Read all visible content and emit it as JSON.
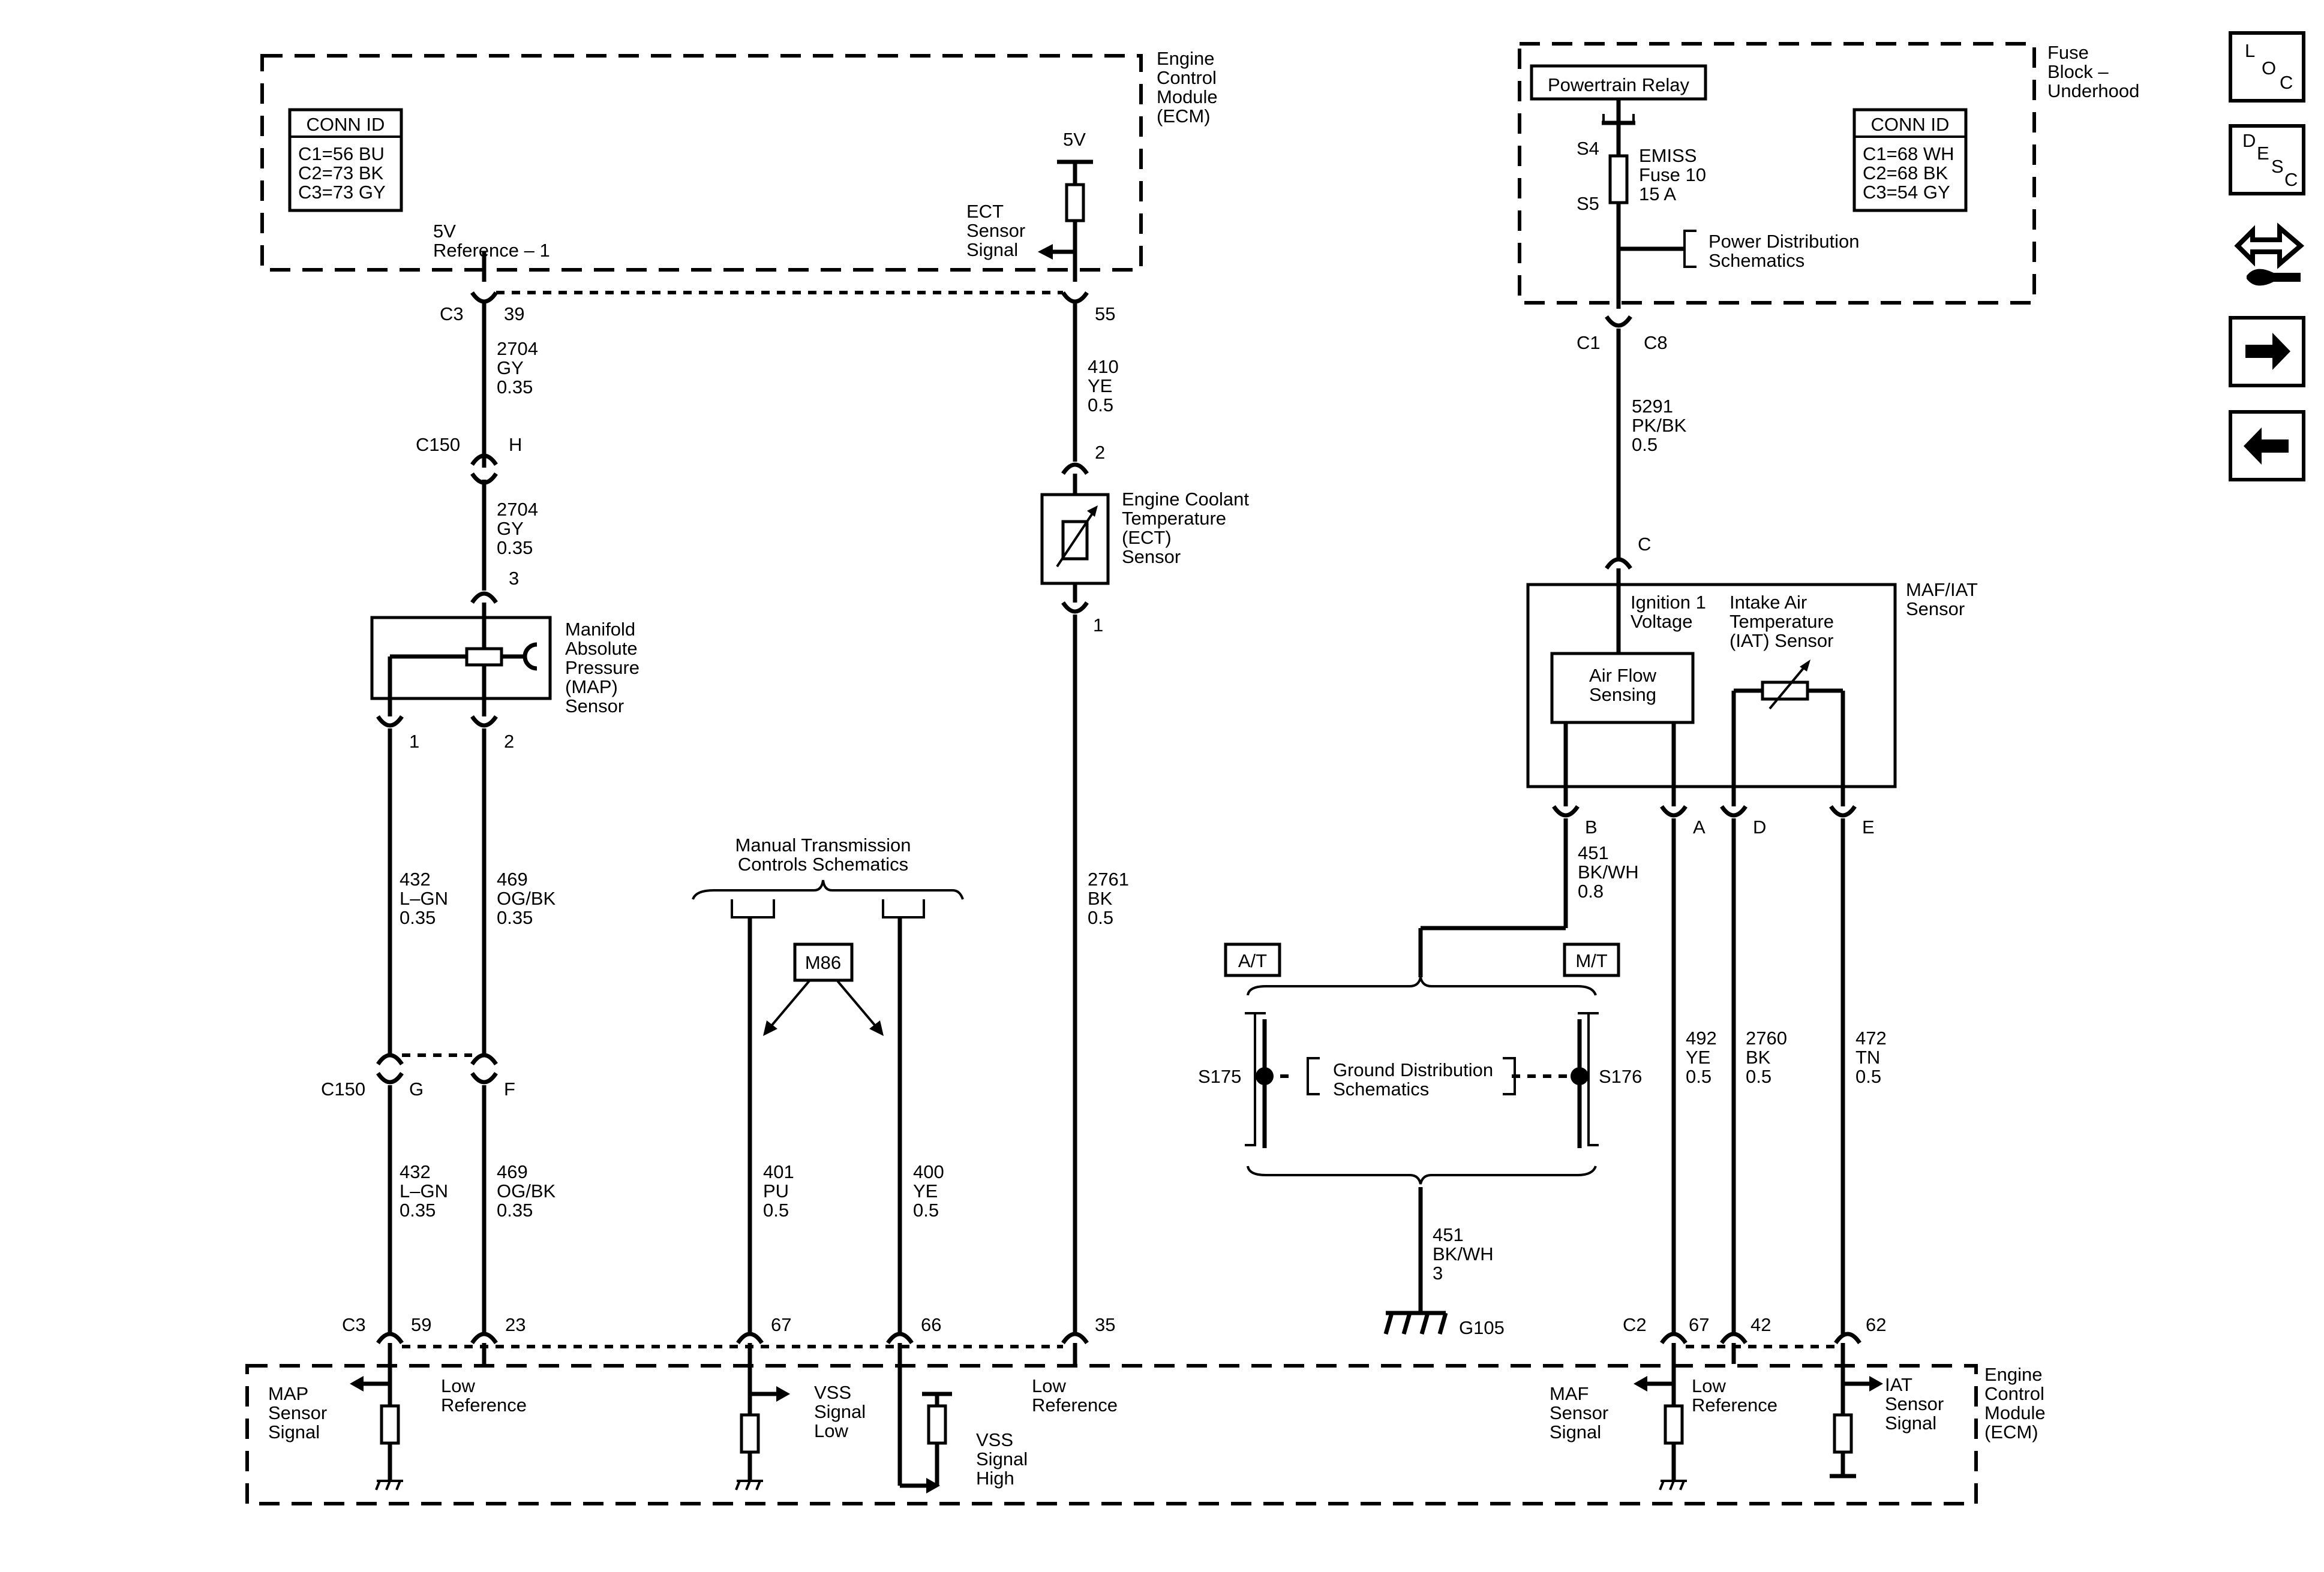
{
  "modules": {
    "ecm_top": "Engine\nControl\nModule\n(ECM)",
    "fuse_block": "Fuse\nBlock –\nUnderhood",
    "maf_iat": "MAF/IAT\nSensor",
    "ecm_bottom": "Engine\nControl\nModule\n(ECM)"
  },
  "conn_id_ecm": {
    "title": "CONN ID",
    "lines": [
      "C1=56 BU",
      "C2=73 BK",
      "C3=73 GY"
    ]
  },
  "conn_id_fuse": {
    "title": "CONN ID",
    "lines": [
      "C1=68 WH",
      "C2=68 BK",
      "C3=54 GY"
    ]
  },
  "ecm_top_signals": {
    "ref5v": "5V\nReference – 1",
    "v5": "5V",
    "ect_signal": "ECT\nSensor\nSignal"
  },
  "ecm_top_pins": {
    "conn": "C3",
    "pin39": "39",
    "pin55": "55"
  },
  "wires": {
    "w2704_a": "2704\nGY\n0.35",
    "w2704_b": "2704\nGY\n0.35",
    "w410": "410\nYE\n0.5",
    "w432_a": "432\nL–GN\n0.35",
    "w469_a": "469\nOG/BK\n0.35",
    "w432_b": "432\nL–GN\n0.35",
    "w469_b": "469\nOG/BK\n0.35",
    "w2761": "2761\nBK\n0.5",
    "w401": "401\nPU\n0.5",
    "w400": "400\nYE\n0.5",
    "w5291": "5291\nPK/BK\n0.5",
    "w451_a": "451\nBK/WH\n0.8",
    "w451_b": "451\nBK/WH\n3",
    "w492": "492\nYE\n0.5",
    "w2760": "2760\nBK\n0.5",
    "w472": "472\nTN\n0.5"
  },
  "connectors": {
    "c150_top": "C150",
    "c150_h": "H",
    "map_pin3": "3",
    "map_pin1": "1",
    "map_pin2": "2",
    "c150_bottom": "C150",
    "c150_g": "G",
    "c150_f": "F",
    "ect_pin2": "2",
    "ect_pin1": "1",
    "fuse_c1": "C1",
    "fuse_c8": "C8",
    "maf_c": "C",
    "maf_b": "B",
    "maf_a": "A",
    "maf_d": "D",
    "maf_e": "E",
    "s4": "S4",
    "s5": "S5"
  },
  "components": {
    "map_sensor": "Manifold\nAbsolute\nPressure\n(MAP)\nSensor",
    "ect_sensor": "Engine Coolant\nTemperature\n(ECT)\nSensor",
    "powertrain_relay": "Powertrain Relay",
    "fuse": "EMISS\nFuse 10\n15 A",
    "power_dist": "Power Distribution\nSchematics",
    "ignition": "Ignition 1\nVoltage",
    "iat_sensor": "Intake Air\nTemperature\n(IAT) Sensor",
    "air_flow": "Air Flow\nSensing",
    "manual_trans": "Manual Transmission\nControls Schematics",
    "m86": "M86",
    "at": "A/T",
    "mt": "M/T",
    "s175": "S175",
    "s176": "S176",
    "ground_dist": "Ground Distribution\nSchematics",
    "g105": "G105"
  },
  "ecm_bottom_pins": {
    "c3": "C3",
    "p59": "59",
    "p23": "23",
    "p67": "67",
    "p66": "66",
    "p35": "35",
    "c2": "C2",
    "p67b": "67",
    "p42": "42",
    "p62": "62"
  },
  "ecm_bottom_signals": {
    "map_signal": "MAP\nSensor\nSignal",
    "low_ref_1": "Low\nReference",
    "vss_low": "VSS\nSignal\nLow",
    "vss_high": "VSS\nSignal\nHigh",
    "low_ref_2": "Low\nReference",
    "maf_signal": "MAF\nSensor\nSignal",
    "low_ref_3": "Low\nReference",
    "iat_signal": "IAT\nSensor\nSignal"
  },
  "nav": {
    "loc": [
      "L",
      "O",
      "C"
    ],
    "desc": [
      "D",
      "E",
      "S",
      "C"
    ],
    "icons": [
      "connector-icon",
      "next-arrow-icon",
      "back-arrow-icon"
    ]
  }
}
